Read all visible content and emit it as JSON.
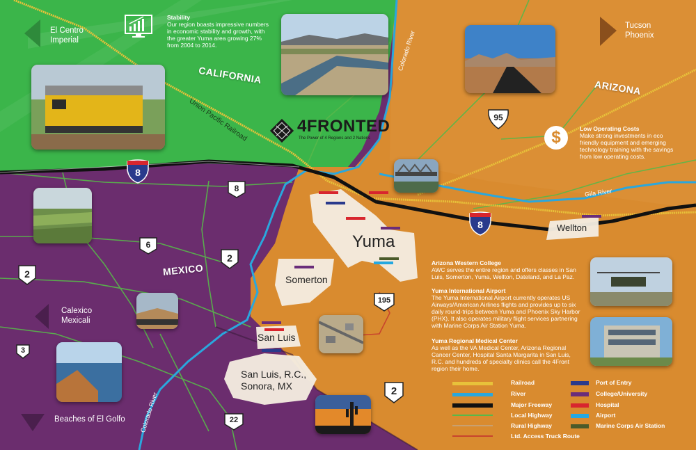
{
  "regions": {
    "california": "CALIFORNIA",
    "arizona": "ARIZONA",
    "mexico": "MEXICO"
  },
  "nav": {
    "west": "El Centro\nImperial",
    "east": "Tucson\nPhoenix",
    "southwest": "Calexico\nMexicali",
    "south": "Beaches of El Golfo"
  },
  "logo": {
    "name": "4FRONTED",
    "tagline": "The Power of 4 Regions and 2 Nations"
  },
  "stability": {
    "title": "Stability",
    "body": "Our region boasts impressive numbers in economic stability and growth, with the greater Yuma area growing 27% from 2004 to 2014."
  },
  "operating_costs": {
    "title": "Low Operating Costs",
    "body": "Make strong investments in eco friendly equipment and emerging technology training with the savings from low operating costs."
  },
  "rivers": {
    "colorado_north": "Colorado River",
    "colorado_south": "Colorado River",
    "gila": "Gila River"
  },
  "railroad_label": "Union Pacific Railroad",
  "highways": {
    "i8_west": "8",
    "i8_east": "8",
    "us95": "95",
    "route8": "8",
    "route6": "6",
    "route2_west": "2",
    "route2_mid": "2",
    "route2_south": "2",
    "route3": "3",
    "route195": "195",
    "route22": "22"
  },
  "cities": {
    "yuma": "Yuma",
    "somerton": "Somerton",
    "wellton": "Wellton",
    "san_luis": "San Luis",
    "san_luis_rc": "San Luis, R.C.,\nSonora, MX"
  },
  "info": {
    "awc_title": "Arizona Western College",
    "awc_body": "AWC serves the entire region and offers classes in San Luis, Somerton, Yuma, Wellton, Dateland, and La Paz.",
    "airport_title": "Yuma International Airport",
    "airport_body": "The Yuma International Airport currently operates US Airways/American Airlines flights and provides up to six daily round-trips between Yuma and Phoenix Sky Harbor (PHX). It also operates military flight services partnering with Marine Corps Air Station Yuma.",
    "medical_title": "Yuma Regional Medical Center",
    "medical_body": "As well as the VA Medical Center, Arizona Regional Cancer Center, Hospital Santa Margarita in San Luis, R.C. and hundreds of specialty clinics call the 4Front region their home."
  },
  "legend": {
    "left": [
      {
        "label": "Railroad",
        "color": "#e8c23a"
      },
      {
        "label": "River",
        "color": "#2aa7dd"
      },
      {
        "label": "Major Freeway",
        "color": "#111111"
      },
      {
        "label": "Local Highway",
        "color": "#58b84a"
      },
      {
        "label": "Rural Highway",
        "color": "#c8a070"
      },
      {
        "label": "Ltd. Access Truck Route",
        "color": "#c8442d"
      }
    ],
    "right": [
      {
        "label": "Port of Entry",
        "color": "#2a3a8c"
      },
      {
        "label": "College/University",
        "color": "#6a2d7a"
      },
      {
        "label": "Hospital",
        "color": "#d8262e"
      },
      {
        "label": "Airport",
        "color": "#25a8e0"
      },
      {
        "label": "Marine Corps Air Station",
        "color": "#4a5a2a"
      }
    ]
  },
  "colors": {
    "california": "#3bb54a",
    "arizona": "#d98b2f",
    "mexico": "#6b2d6e",
    "city_fill": "#f4ece0"
  }
}
